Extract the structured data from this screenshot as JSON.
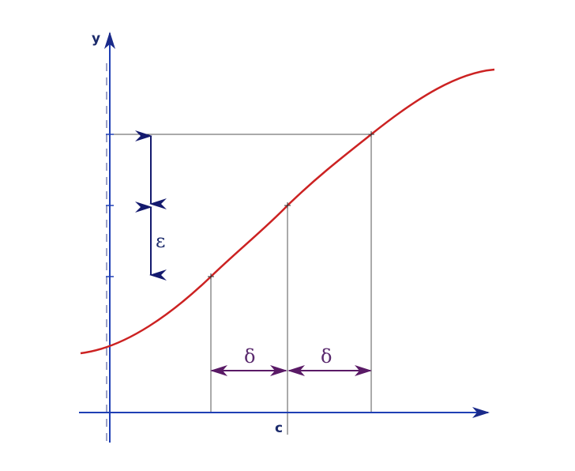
{
  "labels": {
    "y_axis": "y",
    "c": "c",
    "epsilon": "ε",
    "delta_left": "δ",
    "delta_right": "δ"
  },
  "colors": {
    "axis": "#1f3fb4",
    "curve": "#cc2222",
    "guide": "#555555",
    "epsilon_arrow": "#141a6e",
    "delta_arrow": "#5a1a66"
  }
}
